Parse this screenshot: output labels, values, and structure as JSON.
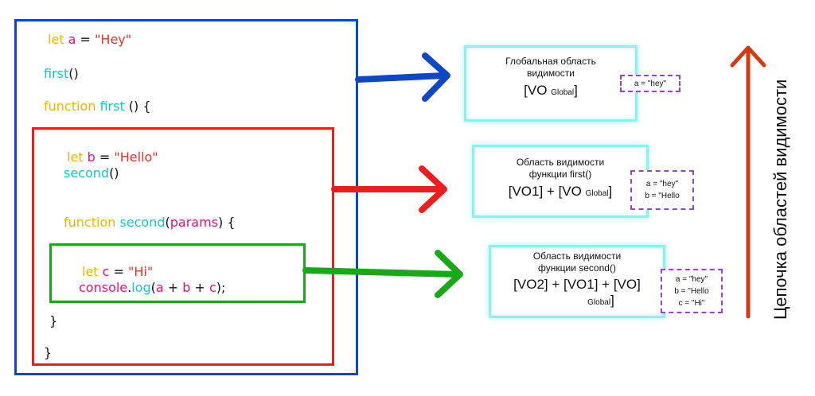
{
  "code": {
    "line1": {
      "kw": "let",
      "var": "a",
      "eq": " = ",
      "str": "\"Hey\""
    },
    "line2": {
      "fn": "first",
      "paren": "()"
    },
    "line3": {
      "kw": "function",
      "fn": "first",
      "rest": " () {"
    },
    "line4": {
      "kw": "let",
      "var": "b",
      "eq": " = ",
      "str": "\"Hello\""
    },
    "line5": {
      "fn": "second",
      "paren": "()"
    },
    "line6": {
      "kw": "function",
      "fn": "second",
      "open": "(",
      "param": "params",
      "rest": ") {"
    },
    "line7": {
      "kw": "let",
      "var": "c",
      "eq": " = ",
      "str": "\"Hi\""
    },
    "line8": {
      "obj": "console",
      "dot": ".",
      "fn": "log",
      "open": "(",
      "a": "a",
      "plus": " + ",
      "b": "b",
      "c": "c",
      "close": ");"
    },
    "close1": "}",
    "close2": "}"
  },
  "scopes": [
    {
      "title1": "Глобальная область",
      "title2": "видимости",
      "formula": "[VO ",
      "sub": "Global",
      "end": "]",
      "vals": [
        "a = \"hey\""
      ]
    },
    {
      "title1": "Область видимости",
      "title2": "функции first()",
      "formula": "[VO1] + [VO ",
      "sub": "Global",
      "end": "]",
      "vals": [
        "a = \"hey\"",
        "b = \"Hello"
      ]
    },
    {
      "title1": "Область видимости",
      "title2": "функции second()",
      "formula": "[VO2] + [VO1] + [VO]",
      "sub": "Global",
      "end": "]",
      "vals": [
        "a = \"hey\"",
        "b = \"Hello",
        "c = \"Hi\""
      ]
    }
  ],
  "chain_label": "Цепочка областей видимости",
  "colors": {
    "global": "#0d47c8",
    "first": "#ee1c1c",
    "second": "#18a818",
    "chain": "#d23a12",
    "scope_border": "#8ff0f0",
    "vals_border": "#a040d0"
  }
}
